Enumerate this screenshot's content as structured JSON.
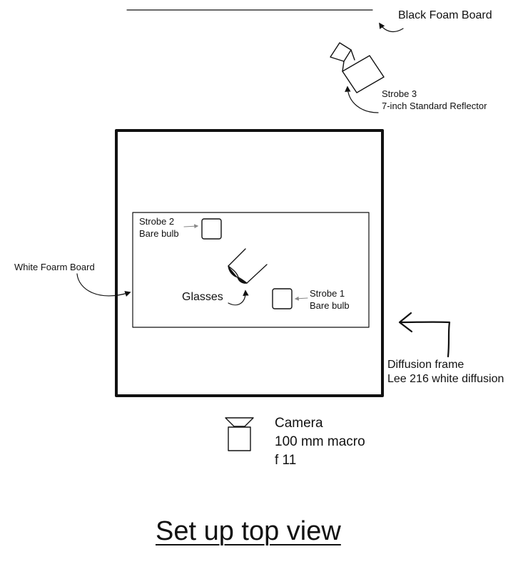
{
  "labels": {
    "black_foam_board": "Black Foam Board",
    "strobe3_line1": "Strobe 3",
    "strobe3_line2": "7-inch Standard Reflector",
    "strobe2_line1": "Strobe 2",
    "strobe2_line2": "Bare bulb",
    "white_foam_board": "White Foarm Board",
    "glasses": "Glasses",
    "strobe1_line1": "Strobe 1",
    "strobe1_line2": "Bare bulb",
    "diffusion_line1": "Diffusion frame",
    "diffusion_line2": "Lee 216 white diffusion",
    "camera_line1": "Camera",
    "camera_line2": "100 mm macro",
    "camera_line3": "f 11"
  },
  "title": "Set up top view",
  "colors": {
    "stroke": "#111111",
    "pointer": "#888888",
    "background": "#ffffff"
  }
}
